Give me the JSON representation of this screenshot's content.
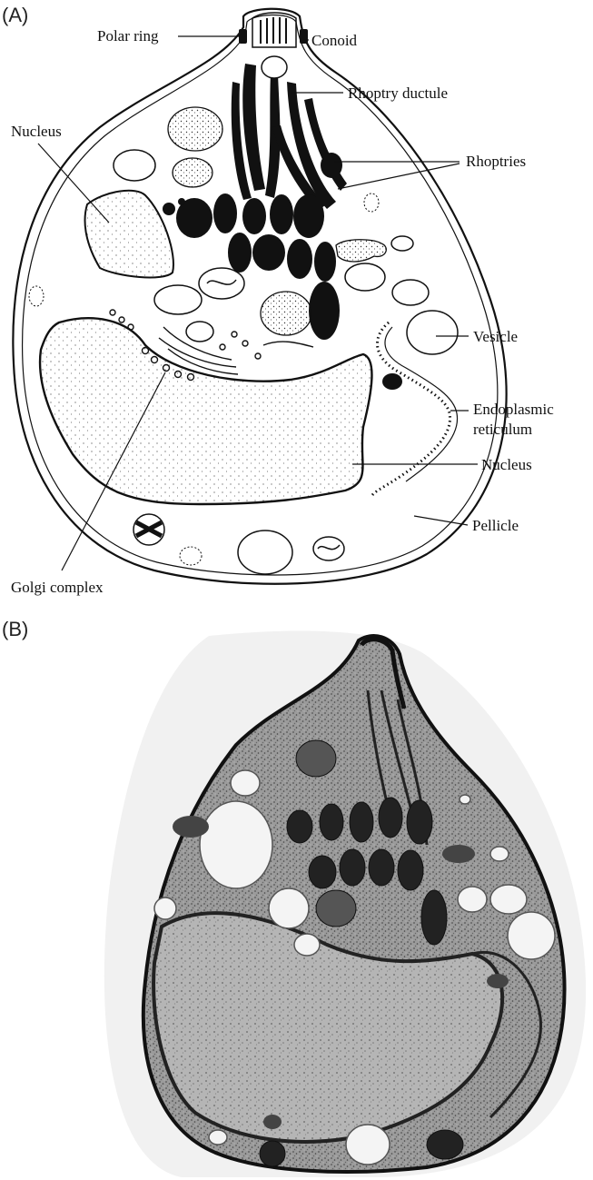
{
  "panels": {
    "a_label": "(A)",
    "b_label": "(B)"
  },
  "labels": {
    "polar_ring": "Polar ring",
    "conoid": "Conoid",
    "rhoptry_ductule": "Rhoptry ductule",
    "nucleus_left": "Nucleus",
    "rhoptries": "Rhoptries",
    "vesicle": "Vesicle",
    "er_line1": "Endoplasmic",
    "er_line2": "reticulum",
    "nucleus_main": "Nucleus",
    "pellicle": "Pellicle",
    "golgi": "Golgi complex"
  },
  "colors": {
    "ink": "#111111",
    "micrograph_bg": "#f1f1f1",
    "cytoplasm": "#8d8d8d",
    "micrograph_dark": "#2a2a2a"
  }
}
